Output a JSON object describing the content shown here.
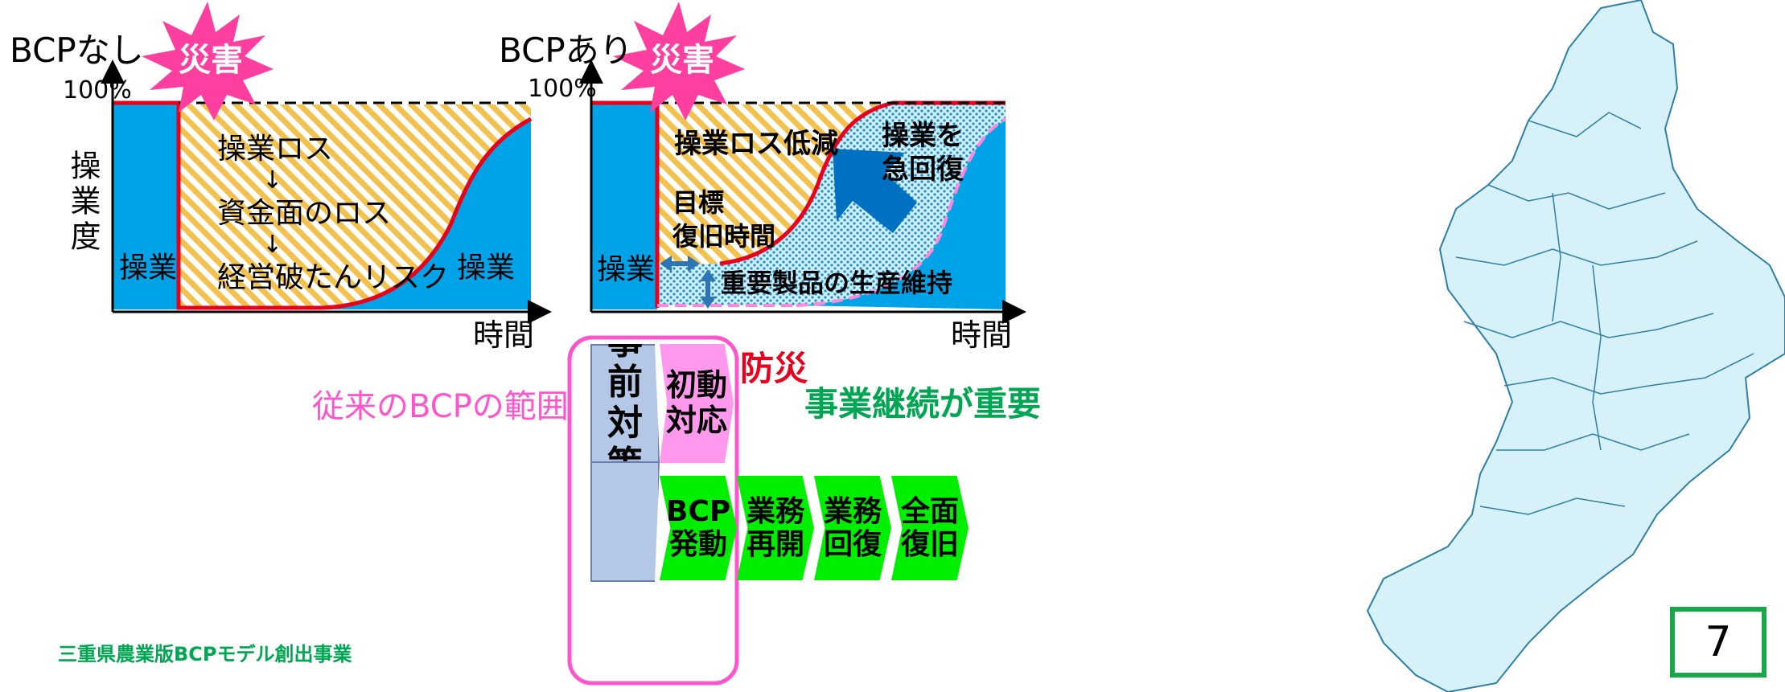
{
  "left_panel": {
    "title": "BCPなし",
    "burst_label": "災害",
    "percent_label": "100%",
    "y_axis_label": "操業度",
    "x_axis_label": "時間",
    "operation_left": "操業",
    "operation_right": "操業",
    "loss_lines": [
      "操業ロス",
      "↓",
      "資金面のロス",
      "↓",
      "経営破たんリスク"
    ]
  },
  "right_panel": {
    "title": "BCPあり",
    "burst_label": "災害",
    "percent_label": "100%",
    "x_axis_label": "時間",
    "operation_left": "操業",
    "loss_reduced": "操業ロス低減",
    "target_line1": "目標",
    "target_line2": "復旧時間",
    "rapid_line1": "操業を",
    "rapid_line2": "急回復",
    "maintain": "重要製品の生産維持"
  },
  "flow": {
    "prep_line1": "事前",
    "prep_line2": "対策",
    "initial_line1": "初動",
    "initial_line2": "対応",
    "disaster_prevention": "防災",
    "continuity": "事業継続が重要",
    "traditional_scope": "従来のBCPの範囲",
    "steps": [
      {
        "line1": "BCP",
        "line2": "発動"
      },
      {
        "line1": "業務",
        "line2": "再開"
      },
      {
        "line1": "業務",
        "line2": "回復"
      },
      {
        "line1": "全面",
        "line2": "復旧"
      }
    ]
  },
  "footer": {
    "project_name": "三重県農業版BCPモデル創出事業",
    "page_number": "7"
  },
  "colors": {
    "operation_blue": "#00a2e8",
    "loss_hatch": "#f2c14e",
    "curve_red": "#e8001c",
    "burst_pink": "#ff3fa0",
    "green": "#00ee00",
    "continuity_text": "#00a651",
    "scope_pink": "#ff55cc",
    "map_fill": "#d6f2f8"
  }
}
